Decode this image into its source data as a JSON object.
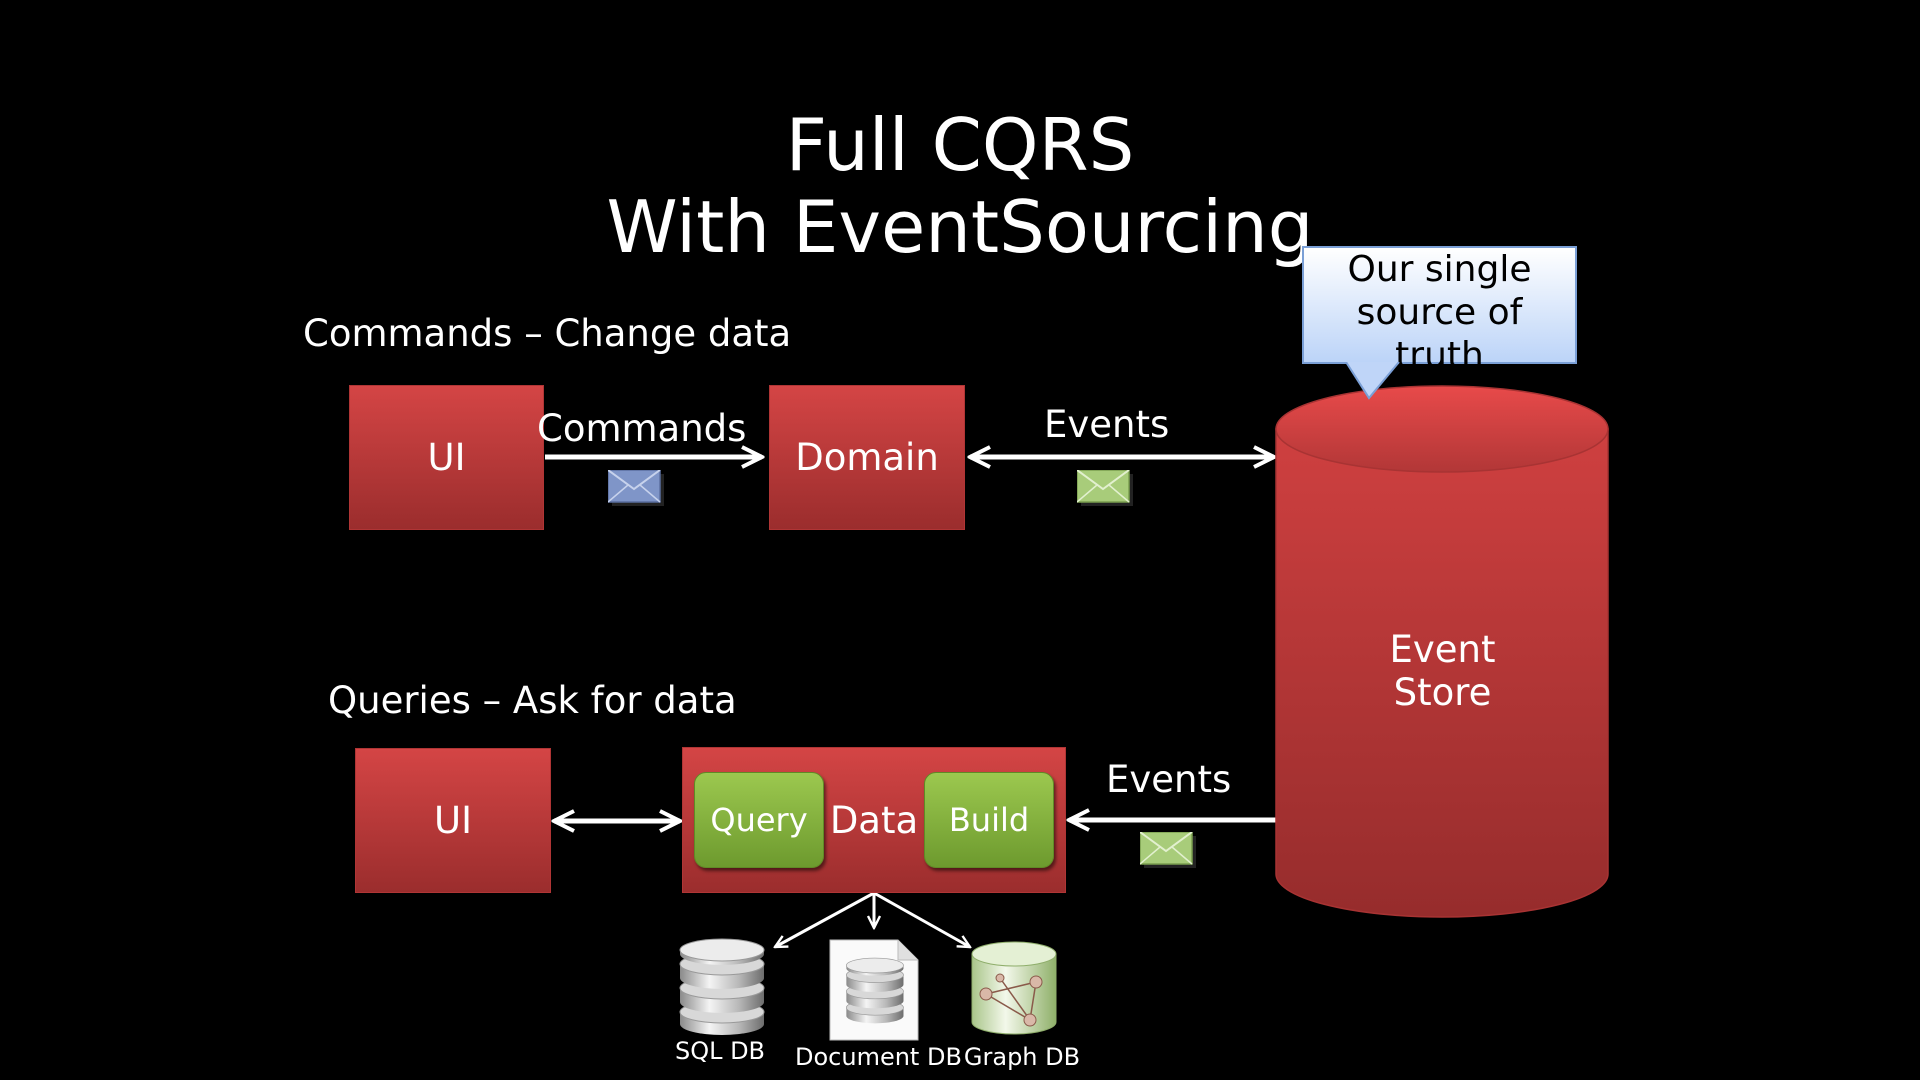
{
  "title": {
    "line1": "Full CQRS",
    "line2": "With EventSourcing"
  },
  "commands_section": {
    "label": "Commands – Change data",
    "ui_label": "UI",
    "arrow_label": "Commands",
    "domain_label": "Domain",
    "events_label": "Events"
  },
  "queries_section": {
    "label": "Queries – Ask for data",
    "ui_label": "UI",
    "query_label": "Query",
    "data_label": "Data",
    "build_label": "Build",
    "events_label": "Events"
  },
  "event_store": {
    "label_line1": "Event",
    "label_line2": "Store"
  },
  "callout": {
    "text": "Our single source of truth"
  },
  "databases": {
    "sql": "SQL DB",
    "document": "Document DB",
    "graph": "Graph DB"
  },
  "colors": {
    "background": "#000000",
    "box_red": "#c23b3b",
    "box_green": "#84b03f",
    "callout_blue": "#cfe0fb",
    "envelope_blue": "#7f95c8",
    "envelope_green": "#a8cc7a"
  }
}
